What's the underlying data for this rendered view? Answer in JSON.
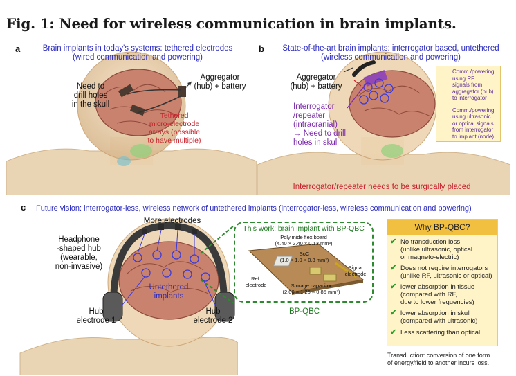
{
  "figure": {
    "title": "Fig. 1: Need for wireless communication in brain implants."
  },
  "panel_a": {
    "label": "a",
    "heading_1": "Brain implants in today's systems: tethered electrodes",
    "heading_2": "(wired communication and powering)",
    "drill_1": "Need to",
    "drill_2": "drill holes",
    "drill_3": "in the skull",
    "aggregator_1": "Aggregator",
    "aggregator_2": "(hub) + battery",
    "tethered_1": "Tethered",
    "tethered_2": "micro-electrode",
    "tethered_3": "arrays (possible",
    "tethered_4": "to have multiple)"
  },
  "panel_b": {
    "label": "b",
    "heading_1": "State-of-the-art brain implants: interrogator based, untethered",
    "heading_2": "(wireless communication and powering)",
    "aggregator_1": "Aggregator",
    "aggregator_2": "(hub) + battery",
    "interrogator_1": "Interrogator",
    "interrogator_2": "/repeater",
    "interrogator_3": "(intracranial)",
    "interrogator_4": "→ Need to drill",
    "interrogator_5": "holes in skull",
    "surgical_note": "Interrogator/repeater needs to be surgically placed",
    "legend_rf": [
      "Comm./powering",
      "using RF",
      "signals from",
      "aggregator (hub)",
      "to interrogator"
    ],
    "legend_us": [
      "Comm./powering",
      "using ultrasonic",
      "or optical signals",
      "from interrogator",
      "to implant (node)"
    ]
  },
  "panel_c": {
    "label": "c",
    "heading": "Future vision: interrogator-less, wireless network of untethered implants (interrogator-less, wireless communication and powering)",
    "more_electrodes": "More electrodes",
    "headphone_1": "Headphone",
    "headphone_2": "-shaped hub",
    "headphone_3": "(wearable,",
    "headphone_4": "non-invasive)",
    "untethered_1": "Untethered",
    "untethered_2": "implants",
    "hub_e1_1": "Hub",
    "hub_e1_2": "electrode 1",
    "hub_e2_1": "Hub",
    "hub_e2_2": "electrode 2",
    "this_work": "This work: brain implant with BP-QBC",
    "flex_board": "Polyimide flex board",
    "flex_dims": "(4.40 × 2.40 × 0.13 mm³)",
    "soc": "SoC",
    "soc_dims": "(1.0 × 1.0 × 0.3 mm³)",
    "signal_electrode_1": "Signal",
    "signal_electrode_2": "electrode",
    "ref_electrode_1": "Ref.",
    "ref_electrode_2": "electrode",
    "storage_cap": "Storage capacitor",
    "storage_dims": "(2.00 × 1.25 × 0.85 mm³)",
    "bpqbc_label": "BP-QBC"
  },
  "why_box": {
    "title": "Why BP-QBC?",
    "items": [
      [
        "No transduction loss",
        "(unlike ultrasonic, optical",
        "or magneto-electric)"
      ],
      [
        "Does not require interrogators",
        "(unlike RF, ultrasonic or optical)"
      ],
      [
        "lower absorption in tissue",
        "(compared with RF,",
        "due to lower frequencies)"
      ],
      [
        "lower absorption in skull",
        "(compared with ultrasonic)"
      ],
      [
        "Less scattering than optical"
      ]
    ]
  },
  "transduction_note": [
    "Transduction: conversion of one form",
    "of energy/field to another incurs loss."
  ],
  "colors": {
    "heading_blue": "#2b2bbf",
    "red_text": "#c8202b",
    "purple_text": "#7b2aa8",
    "green_text": "#1f7a1f",
    "box_fill": "#fff3c8",
    "box_header": "#f2c040",
    "check_green": "#2a9d2a"
  }
}
